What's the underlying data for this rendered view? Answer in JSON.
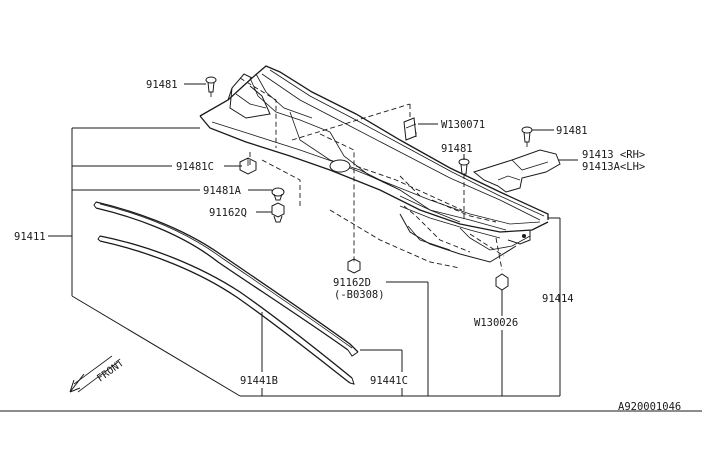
{
  "diagram": {
    "labels": {
      "p91481_top": "91481",
      "p91481C": "91481C",
      "p91481A": "91481A",
      "p91162Q": "91162Q",
      "p91411": "91411",
      "p91441B": "91441B",
      "p91441C": "91441C",
      "p91162D": "91162D",
      "p91162D_note": "(-B0308)",
      "pW130071": "W130071",
      "p91481_mid": "91481",
      "p91481_right": "91481",
      "p91413": "91413 <RH>",
      "p91413A": "91413A<LH>",
      "p91414": "91414",
      "pW130026": "W130026"
    },
    "front_marker": "FRONT",
    "figure_code": "A920001046"
  }
}
